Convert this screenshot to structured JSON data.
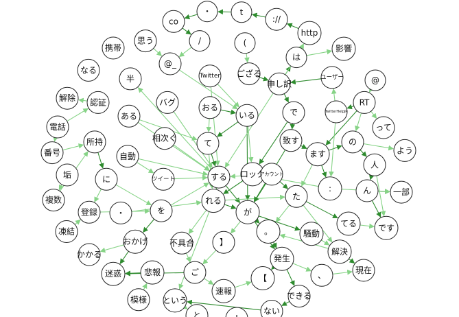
{
  "colors": {
    "edge_dark": "#2e8b2e",
    "edge_light": "#86d386",
    "node_stroke": "#222222",
    "node_fill": "#ffffff"
  },
  "nodes": [
    {
      "id": "dot1",
      "label": "・"
    },
    {
      "id": "t",
      "label": "t"
    },
    {
      "id": "co",
      "label": "co"
    },
    {
      "id": "colon_slash",
      "label": "://"
    },
    {
      "id": "http",
      "label": "http"
    },
    {
      "id": "slash",
      "label": "/"
    },
    {
      "id": "paren",
      "label": "("
    },
    {
      "id": "omou",
      "label": "思う"
    },
    {
      "id": "keitai",
      "label": "携帯"
    },
    {
      "id": "eikyou",
      "label": "影響"
    },
    {
      "id": "ha",
      "label": "は"
    },
    {
      "id": "at_",
      "label": "@_"
    },
    {
      "id": "naru",
      "label": "なる"
    },
    {
      "id": "han",
      "label": "半"
    },
    {
      "id": "twitter",
      "label": "Twitter"
    },
    {
      "id": "gozaru",
      "label": "ござる"
    },
    {
      "id": "user",
      "label": "ユーザー"
    },
    {
      "id": "at",
      "label": "@"
    },
    {
      "id": "moushiwake",
      "label": "申し訳"
    },
    {
      "id": "kaijo",
      "label": "解除"
    },
    {
      "id": "ninshou",
      "label": "認証"
    },
    {
      "id": "bagu",
      "label": "バグ"
    },
    {
      "id": "rt",
      "label": "RT"
    },
    {
      "id": "oru",
      "label": "おる"
    },
    {
      "id": "iru",
      "label": "いる"
    },
    {
      "id": "de",
      "label": "で"
    },
    {
      "id": "twitterhelpjp",
      "label": "TwitterHelpJP"
    },
    {
      "id": "aru",
      "label": "ある"
    },
    {
      "id": "denwa",
      "label": "電話"
    },
    {
      "id": "tte",
      "label": "って"
    },
    {
      "id": "shoji",
      "label": "所持"
    },
    {
      "id": "aitsugu",
      "label": "相次ぐ"
    },
    {
      "id": "te",
      "label": "て"
    },
    {
      "id": "itasu",
      "label": "致す"
    },
    {
      "id": "no",
      "label": "の"
    },
    {
      "id": "you",
      "label": "よう"
    },
    {
      "id": "bangou",
      "label": "番号"
    },
    {
      "id": "masu",
      "label": "ます"
    },
    {
      "id": "jidou",
      "label": "自動"
    },
    {
      "id": "hito",
      "label": "人"
    },
    {
      "id": "suru",
      "label": "する"
    },
    {
      "id": "rock",
      "label": "ロック"
    },
    {
      "id": "account",
      "label": "アカウント"
    },
    {
      "id": "aka",
      "label": "垢"
    },
    {
      "id": "ni",
      "label": "に"
    },
    {
      "id": "tweet",
      "label": "ツイート"
    },
    {
      "id": "colon",
      "label": ":"
    },
    {
      "id": "n",
      "label": "ん"
    },
    {
      "id": "ichibu",
      "label": "一部"
    },
    {
      "id": "ta",
      "label": "た"
    },
    {
      "id": "fukusuu",
      "label": "複数"
    },
    {
      "id": "reru",
      "label": "れる"
    },
    {
      "id": "ga",
      "label": "が"
    },
    {
      "id": "dot2",
      "label": "・"
    },
    {
      "id": "wo",
      "label": "を"
    },
    {
      "id": "touroku",
      "label": "登録"
    },
    {
      "id": "teru",
      "label": "てる"
    },
    {
      "id": "desu",
      "label": "です"
    },
    {
      "id": "touketsu",
      "label": "凍結"
    },
    {
      "id": "period",
      "label": "。"
    },
    {
      "id": "soudou",
      "label": "騒動"
    },
    {
      "id": "okage",
      "label": "おかげ"
    },
    {
      "id": "fuguai",
      "label": "不具合"
    },
    {
      "id": "rbracket",
      "label": "】"
    },
    {
      "id": "kaiketsu",
      "label": "解決"
    },
    {
      "id": "kakaru",
      "label": "かかる"
    },
    {
      "id": "hassei",
      "label": "発生"
    },
    {
      "id": "genzai",
      "label": "現在"
    },
    {
      "id": "meiwaku",
      "label": "迷惑"
    },
    {
      "id": "hihou",
      "label": "悲報"
    },
    {
      "id": "go",
      "label": "ご"
    },
    {
      "id": "lbracket",
      "label": "【"
    },
    {
      "id": "comma",
      "label": "、"
    },
    {
      "id": "sokuhou",
      "label": "速報"
    },
    {
      "id": "dekiru",
      "label": "できる"
    },
    {
      "id": "moyou",
      "label": "模様"
    },
    {
      "id": "toiu",
      "label": "という"
    },
    {
      "id": "nai",
      "label": "ない"
    },
    {
      "id": "to",
      "label": "と"
    },
    {
      "id": "excl",
      "label": "!"
    }
  ],
  "edges": [
    [
      "http",
      "colon_slash",
      "dark"
    ],
    [
      "colon_slash",
      "t",
      "dark"
    ],
    [
      "t",
      "dot1",
      "dark"
    ],
    [
      "dot1",
      "co",
      "dark"
    ],
    [
      "co",
      "slash",
      "dark"
    ],
    [
      "slash",
      "at_",
      "light"
    ],
    [
      "at_",
      "iru",
      "light"
    ],
    [
      "paren",
      "gozaru",
      "light"
    ],
    [
      "omou",
      "at_",
      "light"
    ],
    [
      "ha",
      "eikyou",
      "light"
    ],
    [
      "ha",
      "http",
      "light"
    ],
    [
      "moushiwake",
      "ha",
      "dark"
    ],
    [
      "moushiwake",
      "de",
      "dark"
    ],
    [
      "gozaru",
      "moushiwake",
      "dark"
    ],
    [
      "twitter",
      "iru",
      "light"
    ],
    [
      "twitter",
      "suru",
      "light"
    ],
    [
      "user",
      "moushiwake",
      "dark"
    ],
    [
      "at",
      "rt",
      "light"
    ],
    [
      "rt",
      "twitterhelpjp",
      "dark"
    ],
    [
      "twitterhelpjp",
      "user",
      "light"
    ],
    [
      "rt",
      "no",
      "light"
    ],
    [
      "rt",
      "tte",
      "light"
    ],
    [
      "rt",
      "masu",
      "dark"
    ],
    [
      "de",
      "itasu",
      "dark"
    ],
    [
      "itasu",
      "masu",
      "dark"
    ],
    [
      "masu",
      "colon",
      "dark"
    ],
    [
      "masu",
      "ta",
      "light"
    ],
    [
      "masu",
      "no",
      "dark"
    ],
    [
      "no",
      "hito",
      "dark"
    ],
    [
      "no",
      "you",
      "light"
    ],
    [
      "hito",
      "n",
      "dark"
    ],
    [
      "n",
      "ichibu",
      "dark"
    ],
    [
      "n",
      "desu",
      "dark"
    ],
    [
      "colon",
      "ichibu",
      "light"
    ],
    [
      "colon",
      "rock",
      "light"
    ],
    [
      "iru",
      "te",
      "dark"
    ],
    [
      "iru",
      "rock",
      "light"
    ],
    [
      "iru",
      "ga",
      "dark"
    ],
    [
      "oru",
      "iru",
      "dark"
    ],
    [
      "oru",
      "te",
      "light"
    ],
    [
      "bagu",
      "suru",
      "light"
    ],
    [
      "aitsugu",
      "suru",
      "light"
    ],
    [
      "te",
      "suru",
      "dark"
    ],
    [
      "te",
      "reru",
      "light"
    ],
    [
      "aru",
      "suru",
      "light"
    ],
    [
      "jidou",
      "tweet",
      "light"
    ],
    [
      "tweet",
      "suru",
      "light"
    ],
    [
      "jidou",
      "suru",
      "light"
    ],
    [
      "shoji",
      "ni",
      "dark"
    ],
    [
      "denwa",
      "ninshou",
      "light"
    ],
    [
      "ninshou",
      "kaijo",
      "light"
    ],
    [
      "bangou",
      "shoji",
      "light"
    ],
    [
      "denwa",
      "bangou",
      "light"
    ],
    [
      "aka",
      "fukusuu",
      "light"
    ],
    [
      "fukusuu",
      "shoji",
      "light"
    ],
    [
      "ni",
      "wo",
      "light"
    ],
    [
      "ni",
      "touroku",
      "light"
    ],
    [
      "touroku",
      "wo",
      "light"
    ],
    [
      "wo",
      "okage",
      "dark"
    ],
    [
      "wo",
      "suru",
      "light"
    ],
    [
      "dot2",
      "reru",
      "light"
    ],
    [
      "suru",
      "reru",
      "dark"
    ],
    [
      "suru",
      "ga",
      "dark"
    ],
    [
      "reru",
      "ga",
      "dark"
    ],
    [
      "reru",
      "ta",
      "light"
    ],
    [
      "reru",
      "fuguai",
      "light"
    ],
    [
      "rock",
      "account",
      "dark"
    ],
    [
      "rock",
      "reru",
      "dark"
    ],
    [
      "account",
      "ga",
      "dark"
    ],
    [
      "account",
      "ta",
      "dark"
    ],
    [
      "account",
      "suru",
      "light"
    ],
    [
      "ga",
      "period",
      "dark"
    ],
    [
      "ga",
      "hassei",
      "dark"
    ],
    [
      "ga",
      "soudou",
      "dark"
    ],
    [
      "ta",
      "teru",
      "dark"
    ],
    [
      "ta",
      "period",
      "light"
    ],
    [
      "teru",
      "desu",
      "light"
    ],
    [
      "ta",
      "kaiketsu",
      "light"
    ],
    [
      "period",
      "hassei",
      "dark"
    ],
    [
      "hassei",
      "lbracket",
      "dark"
    ],
    [
      "hassei",
      "dekiru",
      "dark"
    ],
    [
      "hassei",
      "comma",
      "light"
    ],
    [
      "kaiketsu",
      "genzai",
      "dark"
    ],
    [
      "comma",
      "genzai",
      "light"
    ],
    [
      "dekiru",
      "nai",
      "dark"
    ],
    [
      "nai",
      "toiu",
      "dark"
    ],
    [
      "toiu",
      "to",
      "light"
    ],
    [
      "go",
      "meiwaku",
      "dark"
    ],
    [
      "go",
      "sokuhou",
      "light"
    ],
    [
      "sokuhou",
      "lbracket",
      "light"
    ],
    [
      "hihou",
      "meiwaku",
      "dark"
    ],
    [
      "fuguai",
      "go",
      "light"
    ],
    [
      "rbracket",
      "go",
      "light"
    ],
    [
      "okage",
      "kakaru",
      "light"
    ],
    [
      "okage",
      "meiwaku",
      "dark"
    ],
    [
      "moyou",
      "hihou",
      "light"
    ],
    [
      "ga",
      "rbracket",
      "light"
    ],
    [
      "reru",
      "toiu",
      "light"
    ],
    [
      "suru",
      "han",
      "light"
    ],
    [
      "aru",
      "te",
      "light"
    ],
    [
      "hito",
      "desu",
      "light"
    ],
    [
      "twitterhelpjp",
      "colon",
      "light"
    ],
    [
      "itasu",
      "ga",
      "dark"
    ],
    [
      "de",
      "rock",
      "dark"
    ],
    [
      "touketsu",
      "touroku",
      "light"
    ],
    [
      "kaiketsu",
      "period",
      "light"
    ],
    [
      "soudou",
      "kaiketsu",
      "light"
    ],
    [
      "ha",
      "suru",
      "light"
    ]
  ]
}
